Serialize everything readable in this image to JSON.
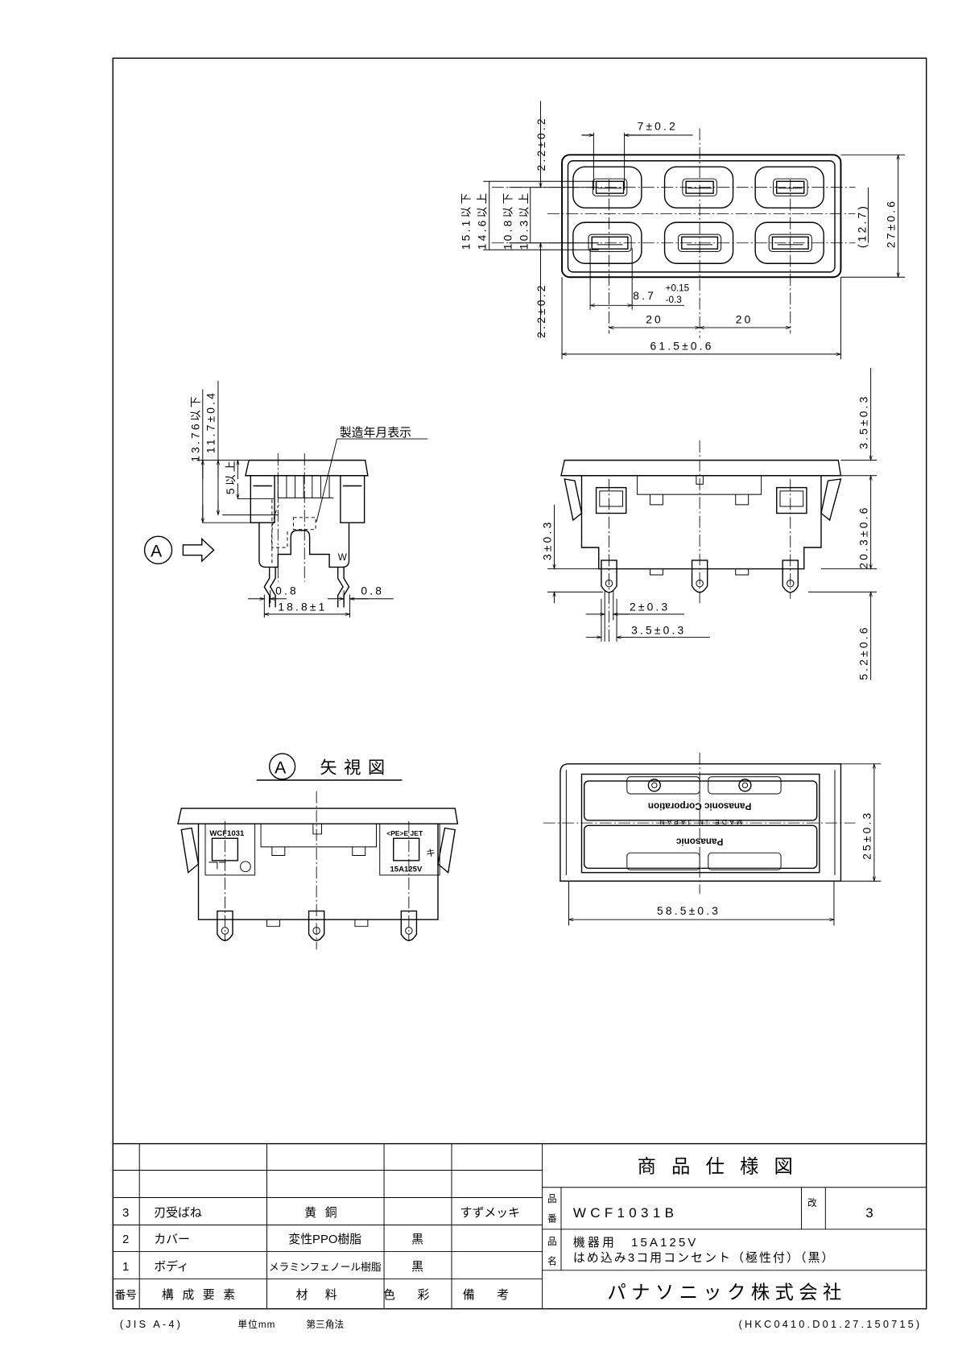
{
  "top_view": {
    "dims": {
      "slot_width": "7±0.2",
      "top_margin": "2.2±0.2",
      "bottom_margin": "2.2±0.2",
      "d15_1": "15.1以下",
      "d14_6": "14.6以上",
      "d10_8": "10.8以下",
      "d10_3": "10.3以上",
      "ref_12_7": "(12.7)",
      "height": "27±0.6",
      "slot_len_base": "8.7",
      "slot_len_plus": "+0.15",
      "slot_len_minus": "-0.3",
      "pitch1": "20",
      "pitch2": "20",
      "width": "61.5±0.6"
    }
  },
  "side_view_left": {
    "dims": {
      "d13_76": "13.76以下",
      "d11_7": "11.7±0.4",
      "d5": "5以上",
      "lead_left": "0.8",
      "lead_right": "0.8",
      "lead_pitch": "18.8±1"
    },
    "date_mark_label": "製造年月表示",
    "view_marker": "A",
    "mark_w": "W"
  },
  "side_view_right": {
    "dims": {
      "top": "3.5±0.3",
      "body": "20.3±0.6",
      "pin": "5.2±0.6",
      "pin_offset": "3±0.3",
      "pin_w": "2±0.3",
      "pin_w2": "3.5±0.3"
    }
  },
  "arrow_view": {
    "marker": "A",
    "title": "矢視図",
    "model_mark": "WCF1031",
    "pse_mark": "<PE>E JET",
    "rating_mark": "15A125V",
    "ki_mark": "キ"
  },
  "bottom_view": {
    "text_corp": "Panasonic Corporation",
    "text_made": "MADE IN JAPAN",
    "text_brand": "Panasonic",
    "dims": {
      "height": "25±0.3",
      "width": "58.5±0.3"
    }
  },
  "parts_table": {
    "header": [
      "番号",
      "構成要素",
      "材料",
      "色彩",
      "備考"
    ],
    "rows": [
      {
        "no": "3",
        "name": "刃受ばね",
        "material": "黄銅",
        "color": "",
        "note": "すずメッキ"
      },
      {
        "no": "2",
        "name": "カバー",
        "material": "変性PPO樹脂",
        "color": "黒",
        "note": ""
      },
      {
        "no": "1",
        "name": "ボディ",
        "material": "メラミンフェノール樹脂",
        "color": "黒",
        "note": ""
      }
    ]
  },
  "title_block": {
    "title": "商品仕様図",
    "part_no_label_1": "品",
    "part_no_label_2": "番",
    "part_no": "WCF1031B",
    "rev_label": "改",
    "rev": "3",
    "name_label_1": "品",
    "name_label_2": "名",
    "name_line1": "機器用　15A125V",
    "name_line2": "はめ込み3コ用コンセント（極性付）（黒）",
    "company": "パナソニック株式会社"
  },
  "footer": {
    "paper": "(JIS A-4)",
    "unit": "単位mm",
    "projection": "第三角法",
    "code": "(HKC0410.D01.27.150715)"
  }
}
